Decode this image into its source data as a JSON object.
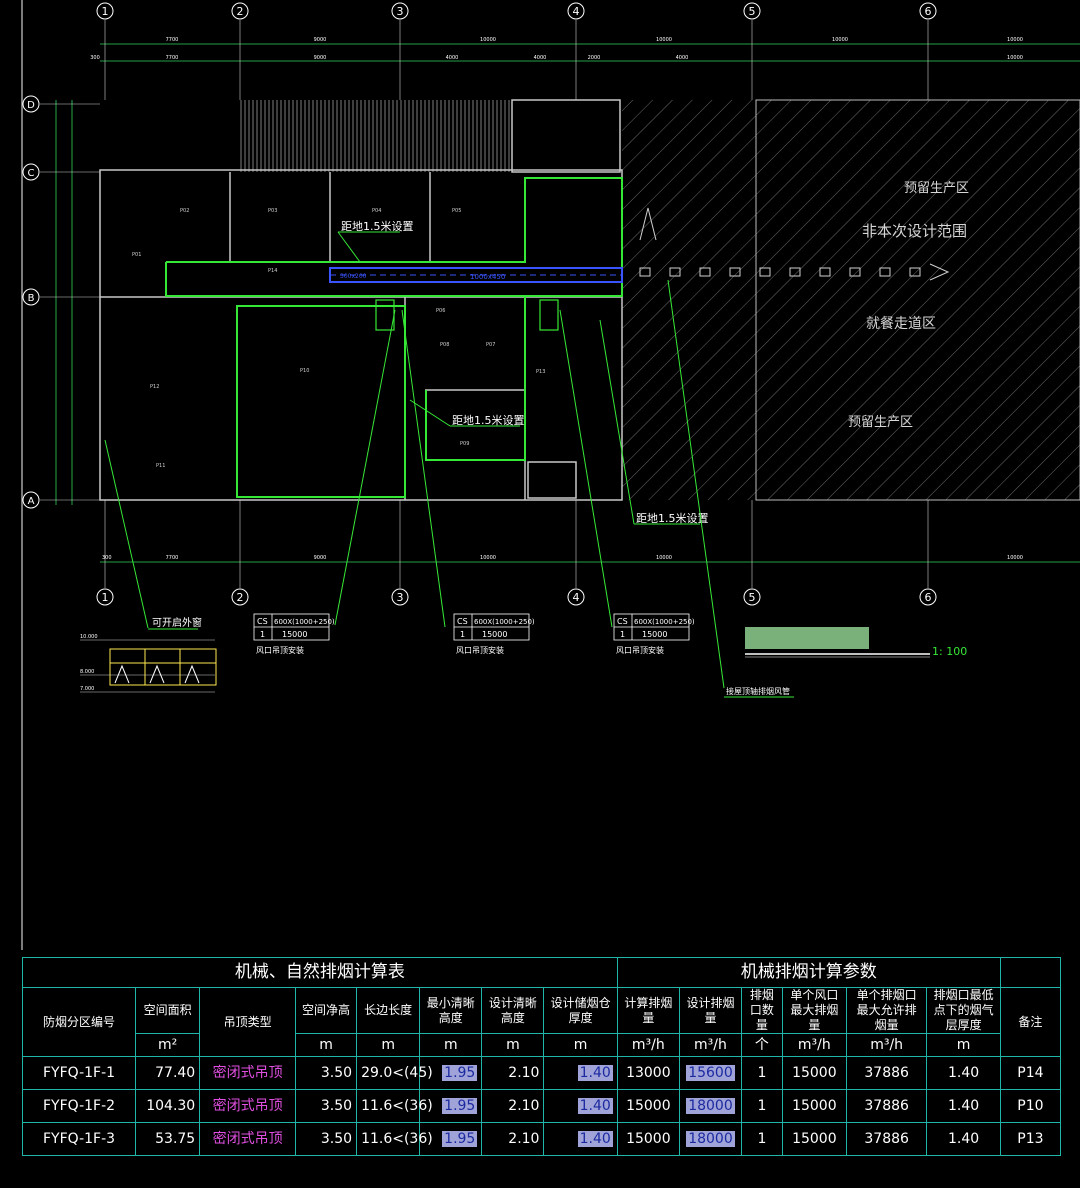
{
  "axes_top": [
    "1",
    "2",
    "3",
    "4",
    "5",
    "6"
  ],
  "axes_left": [
    "D",
    "C",
    "B",
    "A"
  ],
  "dims_top_row1": [
    "7700",
    "9000",
    "10000",
    "10000",
    "10000",
    "10000"
  ],
  "dims_top_row2": [
    "300",
    "7700",
    "9000",
    "4000",
    "4000",
    "2000",
    "4000",
    "10000"
  ],
  "dims_bottom": [
    "300",
    "7700",
    "9000",
    "10000",
    "10000",
    "10000"
  ],
  "plan_labels": {
    "zone_a": "预留生产区",
    "zone_b": "非本次设计范围",
    "zone_c": "就餐走道区",
    "zone_d": "预留生产区",
    "note_height_1": "距地1.5米设置",
    "note_height_2": "距地1.5米设置",
    "note_height_3": "距地1.5米设置",
    "duct_size": "1000x450",
    "duct_note": "300x200",
    "window_note": "可开启外窗",
    "exhaust_note": "接屋顶轴排烟风管",
    "scale": "1: 100",
    "small_room_labels": [
      "P01",
      "P02",
      "P03",
      "P04",
      "P05",
      "P06",
      "P07",
      "P08",
      "P09",
      "P10",
      "P11",
      "P12",
      "P13",
      "P14"
    ]
  },
  "legend_boxes": [
    {
      "code": "CS",
      "size": "600X(1000+250)",
      "qty": "1",
      "flow": "15000",
      "caption": "风口吊顶安装"
    },
    {
      "code": "CS",
      "size": "600X(1000+250)",
      "qty": "1",
      "flow": "15000",
      "caption": "风口吊顶安装"
    },
    {
      "code": "CS",
      "size": "600X(1000+250)",
      "qty": "1",
      "flow": "15000",
      "caption": "风口吊顶安装"
    }
  ],
  "elevation": {
    "top": "10.000",
    "mid": "8.000",
    "bot": "7.000"
  },
  "table": {
    "title_left": "机械、自然排烟计算表",
    "title_right": "机械排烟计算参数",
    "headers": [
      "防烟分区编号",
      "空间面积",
      "吊顶类型",
      "空间净高",
      "长边长度",
      "最小清晰高度",
      "设计清晰高度",
      "设计储烟仓厚度",
      "计算排烟量",
      "设计排烟量",
      "排烟口数量",
      "单个风口最大排烟量",
      "单个排烟口最大允许排烟量",
      "排烟口最低点下的烟气层厚度",
      "备注"
    ],
    "units": [
      "m²",
      "",
      "m",
      "m",
      "m",
      "m",
      "m",
      "m³/h",
      "m³/h",
      "个",
      "m³/h",
      "m³/h",
      "m"
    ],
    "rows": [
      {
        "zone": "FYFQ-1F-1",
        "area": "77.40",
        "ceiling": "密闭式吊顶",
        "height": "3.50",
        "length": "29.0<(45)",
        "min_clear": "1.95",
        "design_clear": "2.10",
        "smoke_thick": "1.40",
        "calc_flow": "13000",
        "design_flow": "15600",
        "outlets": "1",
        "max_outlet": "15000",
        "allow_outlet": "37886",
        "layer": "1.40",
        "note": "P14"
      },
      {
        "zone": "FYFQ-1F-2",
        "area": "104.30",
        "ceiling": "密闭式吊顶",
        "height": "3.50",
        "length": "11.6<(36)",
        "min_clear": "1.95",
        "design_clear": "2.10",
        "smoke_thick": "1.40",
        "calc_flow": "15000",
        "design_flow": "18000",
        "outlets": "1",
        "max_outlet": "15000",
        "allow_outlet": "37886",
        "layer": "1.40",
        "note": "P10"
      },
      {
        "zone": "FYFQ-1F-3",
        "area": "53.75",
        "ceiling": "密闭式吊顶",
        "height": "3.50",
        "length": "11.6<(36)",
        "min_clear": "1.95",
        "design_clear": "2.10",
        "smoke_thick": "1.40",
        "calc_flow": "15000",
        "design_flow": "18000",
        "outlets": "1",
        "max_outlet": "15000",
        "allow_outlet": "37886",
        "layer": "1.40",
        "note": "P13"
      }
    ]
  },
  "colors": {
    "grid": "#ffffff",
    "wall": "#c8c8c8",
    "zone_green": "#36e836",
    "duct_blue": "#3a55ff",
    "table_border": "#1fb5a8",
    "magenta": "#e14fe1",
    "note_bg": "#8fcf8f"
  }
}
